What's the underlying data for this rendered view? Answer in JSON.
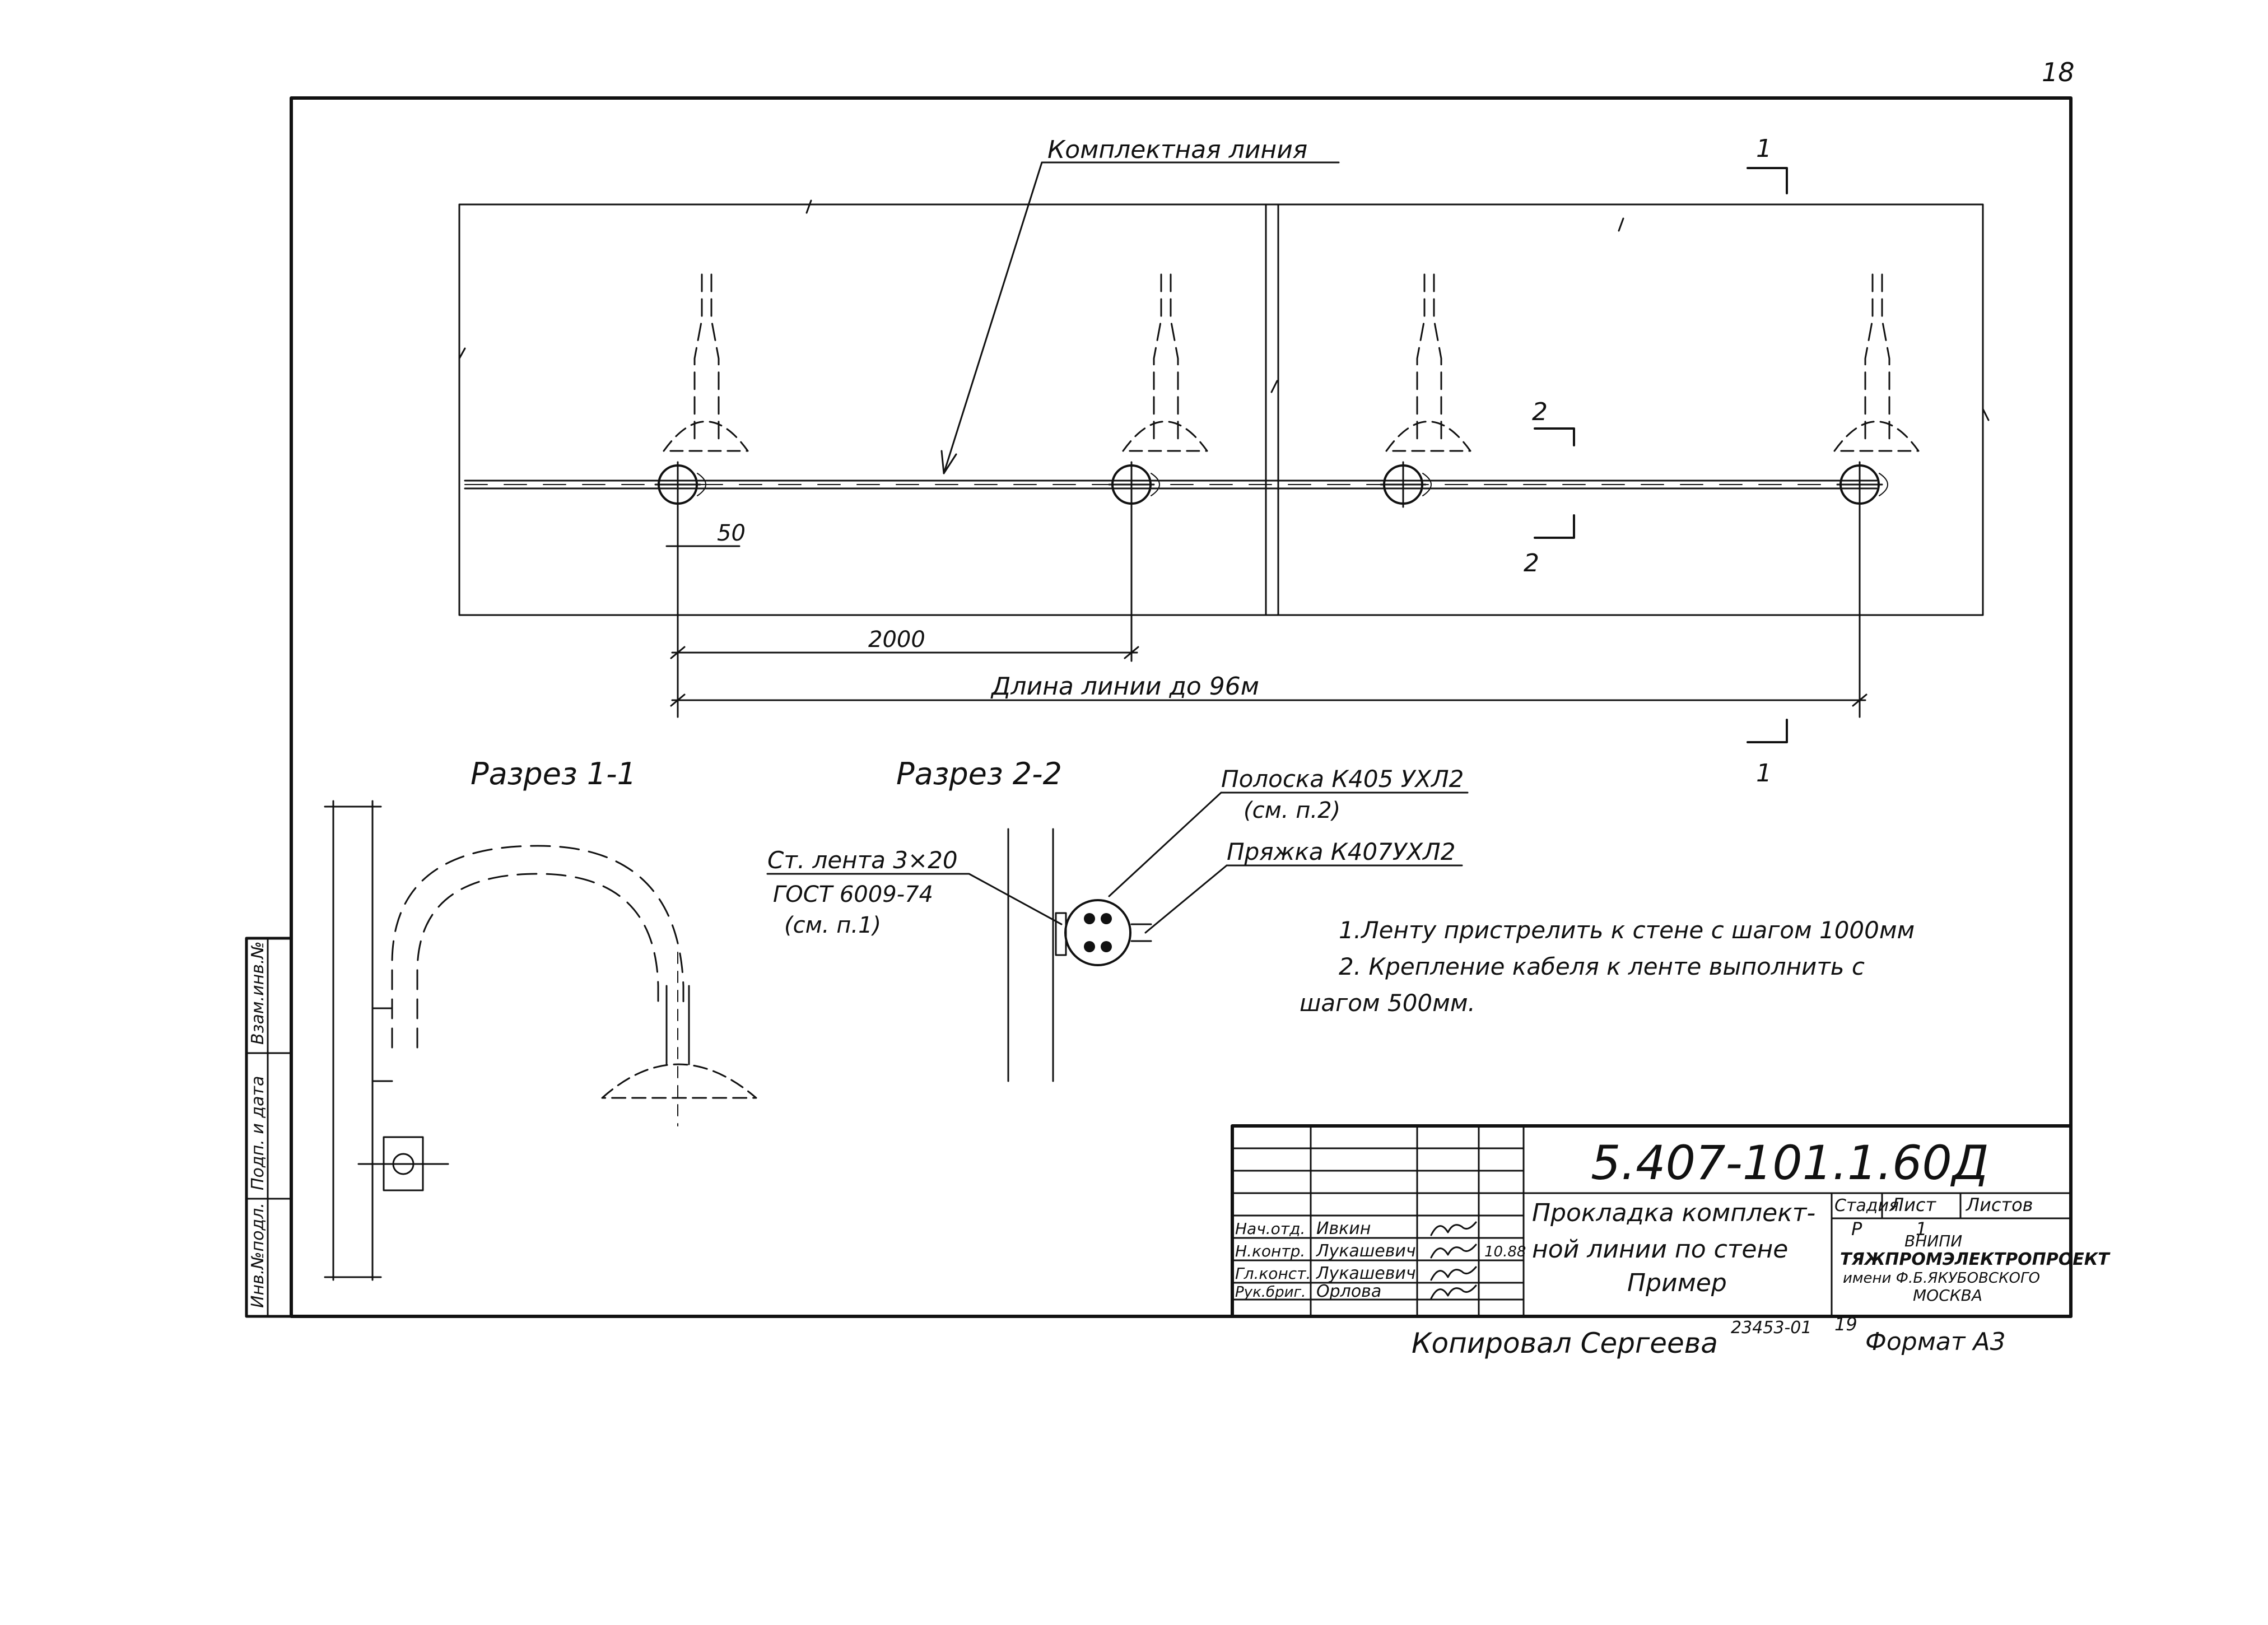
{
  "page_number": "18",
  "plan": {
    "line_label": "Комплектная линия",
    "section_mark_1": "1",
    "section_mark_2": "2",
    "dim_50": "50",
    "dim_2000": "2000",
    "dim_length": "Длина линии до 96м"
  },
  "section_1_1": {
    "title": "Разрез 1-1"
  },
  "section_2_2": {
    "title": "Разрез 2-2",
    "strip_label": "Полоска К405 УХЛ2",
    "strip_ref": "(см. п.2)",
    "buckle_label": "Пряжка К407УХЛ2",
    "tape_label": "Ст. лента 3×20",
    "tape_gost": "ГОСТ 6009-74",
    "tape_ref": "(см. п.1)"
  },
  "notes": [
    "1.Ленту пристрелить к стене с шагом 1000мм",
    "2. Крепление кабеля к ленте выполнить с",
    "шагом 500мм."
  ],
  "side_stamp": [
    "Инв.№подл.",
    "Подп. и дата",
    "Взам.инв.№"
  ],
  "title_block": {
    "code": "5.407-101.1.60Д",
    "title_lines": [
      "Прокладка комплект-",
      "ной линии по стене",
      "Пример"
    ],
    "stage_header": "Стадия",
    "sheet_header": "Лист",
    "sheets_header": "Листов",
    "stage_value": "Р",
    "sheet_value": "1",
    "org_lines": [
      "ВНИПИ",
      "ТЯЖПРОМЭЛЕКТРОПРОЕКТ",
      "имени Ф.Б.ЯКУБОВСКОГО",
      "МОСКВА"
    ],
    "roles": [
      {
        "role": "Нач.отд.",
        "name": "Ивкин",
        "date": ""
      },
      {
        "role": "Н.контр.",
        "name": "Лукашевич",
        "date": "10.88"
      },
      {
        "role": "Гл.конст.",
        "name": "Лукашевич",
        "date": ""
      },
      {
        "role": "Рук.бриг.",
        "name": "Орлова",
        "date": ""
      }
    ]
  },
  "footer": {
    "copied": "Копировал Сергеева",
    "order": "23453-01",
    "sheet_no": "19",
    "format": "Формат А3"
  }
}
